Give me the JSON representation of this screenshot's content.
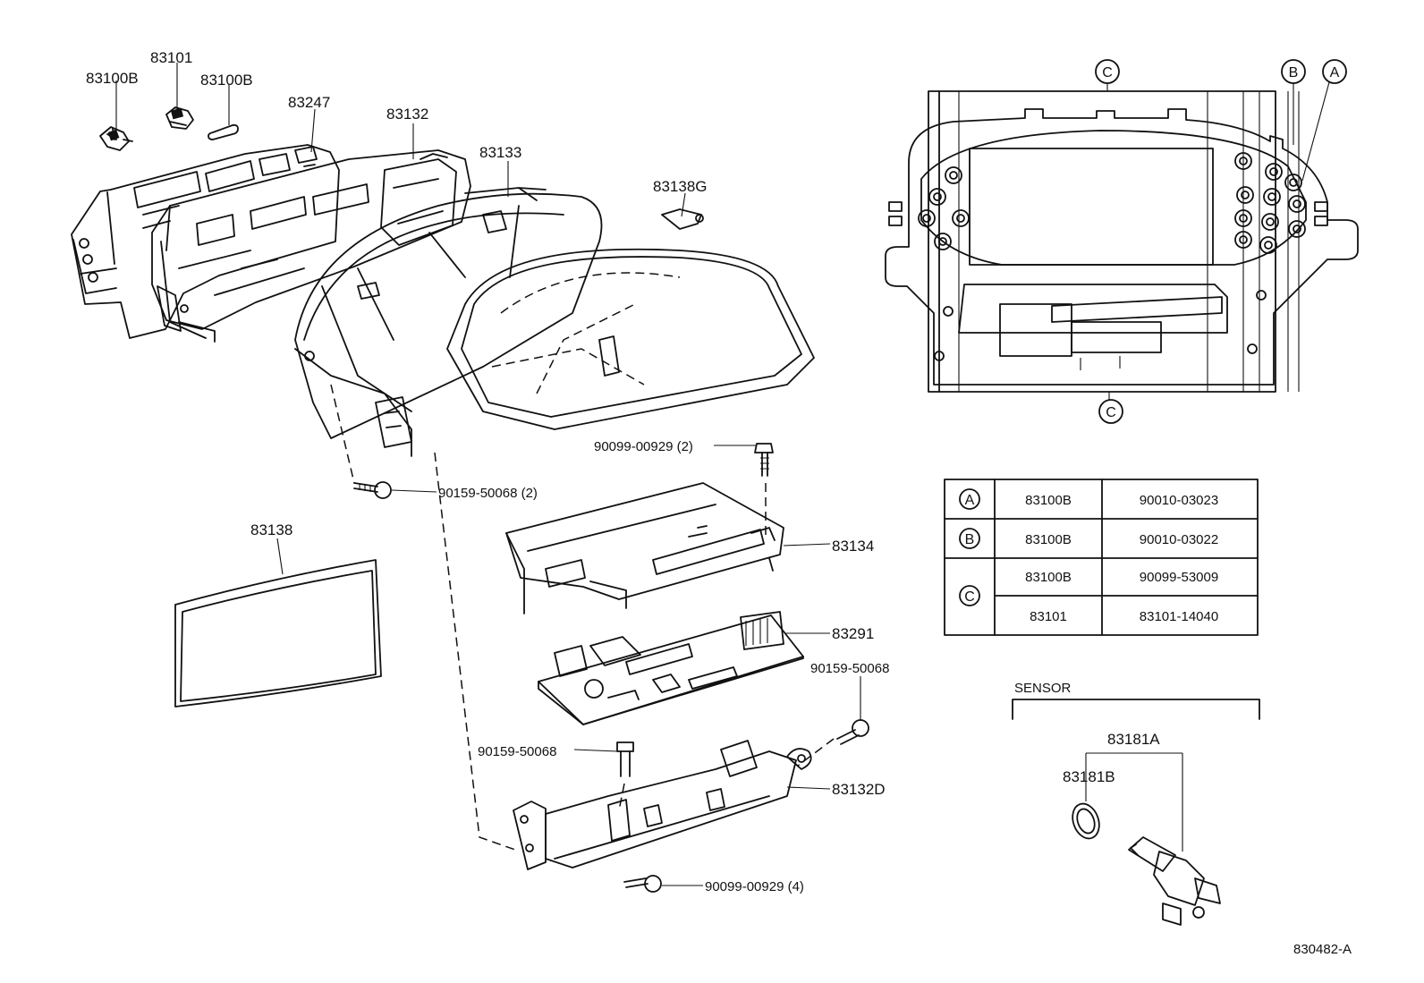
{
  "diagram": {
    "code": "830482-A",
    "labels": {
      "p83100B_left": "83100B",
      "p83101": "83101",
      "p83100B_right": "83100B",
      "p83247": "83247",
      "p83132": "83132",
      "p83133": "83133",
      "p83138G": "83138G",
      "p83138": "83138",
      "p83134": "83134",
      "p83291": "83291",
      "p83132D": "83132D",
      "b90099_00929_2": "90099-00929 (2)",
      "b90159_50068_2": "90159-50068 (2)",
      "b90159_50068_a": "90159-50068",
      "b90159_50068_b": "90159-50068",
      "b90099_00929_4": "90099-00929 (4)"
    },
    "callouts": {
      "a": "A",
      "b": "B",
      "c": "C"
    },
    "table": {
      "rows": [
        {
          "key": "A",
          "part": "83100B",
          "number": "90010-03023"
        },
        {
          "key": "B",
          "part": "83100B",
          "number": "90010-03022"
        },
        {
          "key": "C",
          "part": "83100B",
          "number": "90099-53009"
        },
        {
          "key": "",
          "part": "83101",
          "number": "83101-14040"
        }
      ]
    },
    "sensor": {
      "title": "SENSOR",
      "p83181A": "83181A",
      "p83181B": "83181B"
    }
  }
}
